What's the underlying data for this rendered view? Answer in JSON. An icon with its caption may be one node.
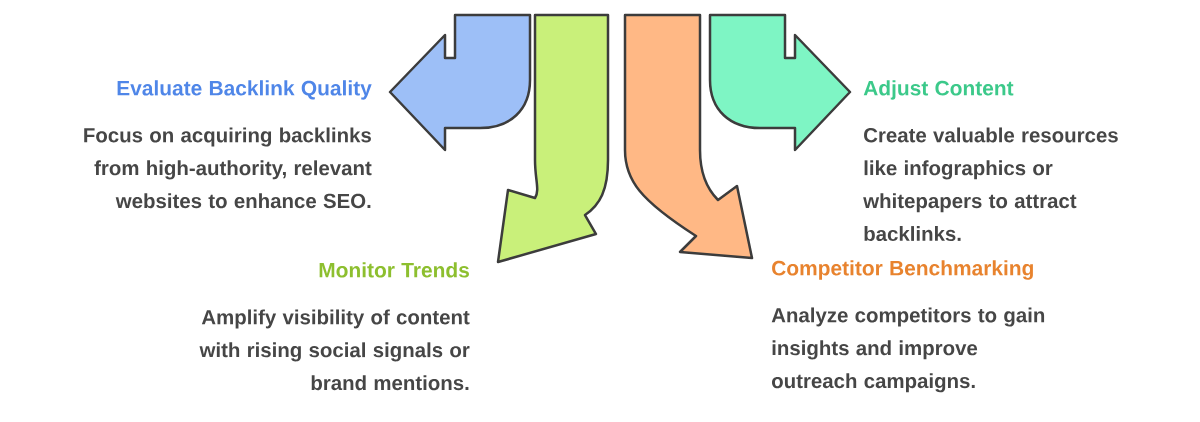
{
  "diagram": {
    "nodes": [
      {
        "text": [
          "Evaluate Backlink Quality",
          "Focus on acquiring backlinks from high-authority, relevant websites to enhance SEO."
        ]
      },
      {
        "text": [
          "Monitor Trends",
          "Amplify visibility of content with rising social signals or brand mentions."
        ]
      },
      {
        "text": [
          "Adjust Content",
          "Create valuable resources like infographics or whitepapers to attract backlinks."
        ]
      },
      {
        "text": [
          "Competitor Benchmarking",
          "Analyze competitors to gain insights and improve outreach campaigns."
        ]
      }
    ],
    "edges": [
      {
        "from": null,
        "to": 0,
        "arrow": "to",
        "color": "#9dbff7"
      },
      {
        "from": null,
        "to": 1,
        "arrow": "to",
        "color": "#c9f07a"
      },
      {
        "from": null,
        "to": 3,
        "arrow": "to",
        "color": "#ffb885"
      },
      {
        "from": null,
        "to": 2,
        "arrow": "to",
        "color": "#7ef5c4"
      }
    ]
  }
}
